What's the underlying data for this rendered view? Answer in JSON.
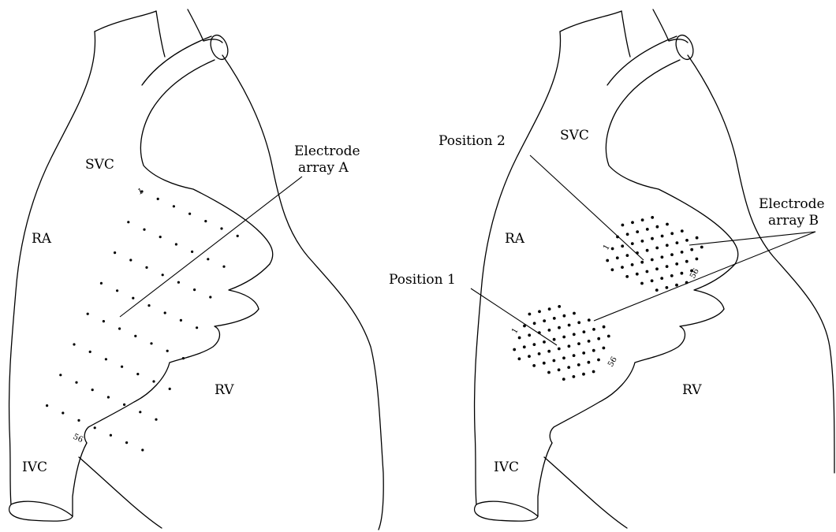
{
  "panels": [
    {
      "chambers": {
        "svc": "SVC",
        "ra": "RA",
        "rv": "RV",
        "ivc": "IVC"
      },
      "callout": {
        "line1": "Electrode",
        "line2": "array A"
      },
      "grid_numbers": {
        "first": "1",
        "last": "56"
      }
    },
    {
      "chambers": {
        "svc": "SVC",
        "ra": "RA",
        "rv": "RV",
        "ivc": "IVC"
      },
      "callout": {
        "line1": "Electrode",
        "line2": "array B"
      },
      "positions": {
        "p1": "Position 1",
        "p2": "Position 2"
      },
      "grid_numbers": {
        "pos1_first": "1",
        "pos1_last": "56",
        "pos2_first": "1",
        "pos2_last": "56"
      }
    }
  ]
}
